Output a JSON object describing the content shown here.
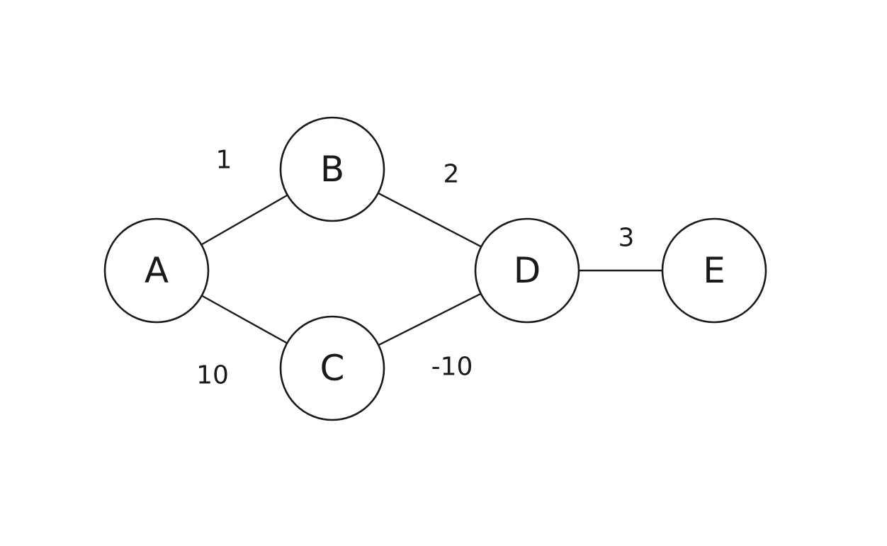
{
  "diagram": {
    "nodes": [
      {
        "id": "A",
        "label": "A"
      },
      {
        "id": "B",
        "label": "B"
      },
      {
        "id": "C",
        "label": "C"
      },
      {
        "id": "D",
        "label": "D"
      },
      {
        "id": "E",
        "label": "E"
      }
    ],
    "edges": [
      {
        "from": "A",
        "to": "B",
        "weight": "1"
      },
      {
        "from": "A",
        "to": "C",
        "weight": "10"
      },
      {
        "from": "B",
        "to": "D",
        "weight": "2"
      },
      {
        "from": "C",
        "to": "D",
        "weight": "-10"
      },
      {
        "from": "D",
        "to": "E",
        "weight": "3"
      }
    ],
    "colors": {
      "stroke": "#1a1a1a",
      "background": "#ffffff"
    }
  }
}
